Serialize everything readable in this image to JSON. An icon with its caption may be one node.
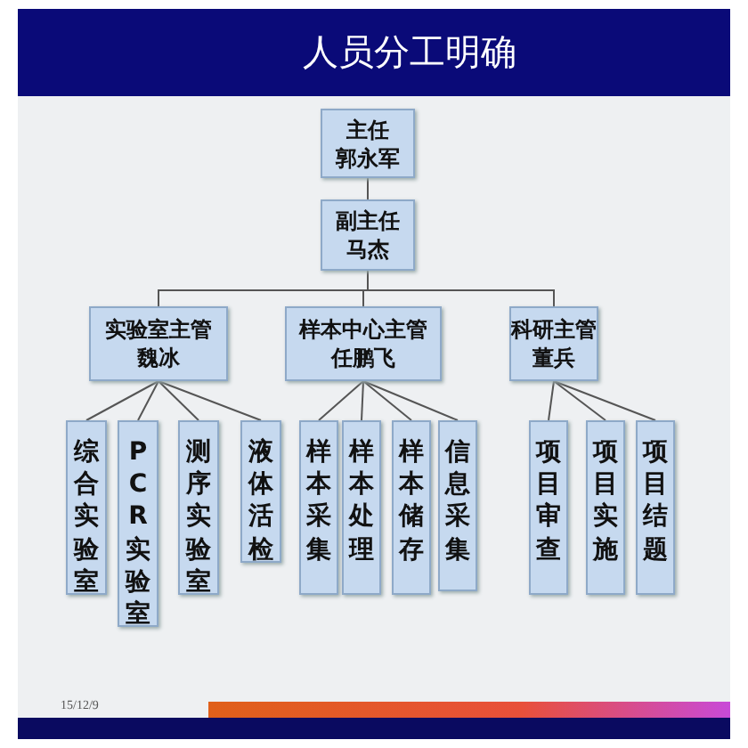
{
  "diagram": {
    "title": "人员分工明确",
    "nodes": [
      {
        "text": [
          "主任",
          "郭永军"
        ]
      },
      {
        "text": [
          "副主任",
          "马杰"
        ]
      },
      {
        "text": [
          "实验室主管",
          "魏冰"
        ]
      },
      {
        "text": [
          "样本中心主管",
          "任鹏飞"
        ]
      },
      {
        "text": [
          "科研主管",
          "董兵"
        ]
      },
      {
        "text": [
          "综合实验室"
        ]
      },
      {
        "text": [
          "PCR实验室"
        ]
      },
      {
        "text": [
          "测序实验室"
        ]
      },
      {
        "text": [
          "液体活检"
        ]
      },
      {
        "text": [
          "样本采集"
        ]
      },
      {
        "text": [
          "样本处理"
        ]
      },
      {
        "text": [
          "样本储存"
        ]
      },
      {
        "text": [
          "信息采集"
        ]
      },
      {
        "text": [
          "项目审查"
        ]
      },
      {
        "text": [
          "项目实施"
        ]
      },
      {
        "text": [
          "项目结题"
        ]
      }
    ],
    "edges": [
      {
        "from": 0,
        "to": 1,
        "arrow": "none"
      },
      {
        "from": 1,
        "to": 2,
        "arrow": "none"
      },
      {
        "from": 1,
        "to": 3,
        "arrow": "none"
      },
      {
        "from": 1,
        "to": 4,
        "arrow": "none"
      },
      {
        "from": 2,
        "to": 5,
        "arrow": "none"
      },
      {
        "from": 2,
        "to": 6,
        "arrow": "none"
      },
      {
        "from": 2,
        "to": 7,
        "arrow": "none"
      },
      {
        "from": 2,
        "to": 8,
        "arrow": "none"
      },
      {
        "from": 3,
        "to": 9,
        "arrow": "none"
      },
      {
        "from": 3,
        "to": 10,
        "arrow": "none"
      },
      {
        "from": 3,
        "to": 11,
        "arrow": "none"
      },
      {
        "from": 3,
        "to": 12,
        "arrow": "none"
      },
      {
        "from": 4,
        "to": 13,
        "arrow": "none"
      },
      {
        "from": 4,
        "to": 14,
        "arrow": "none"
      },
      {
        "from": 4,
        "to": 15,
        "arrow": "none"
      }
    ],
    "labels": [
      "15/12/9"
    ]
  }
}
